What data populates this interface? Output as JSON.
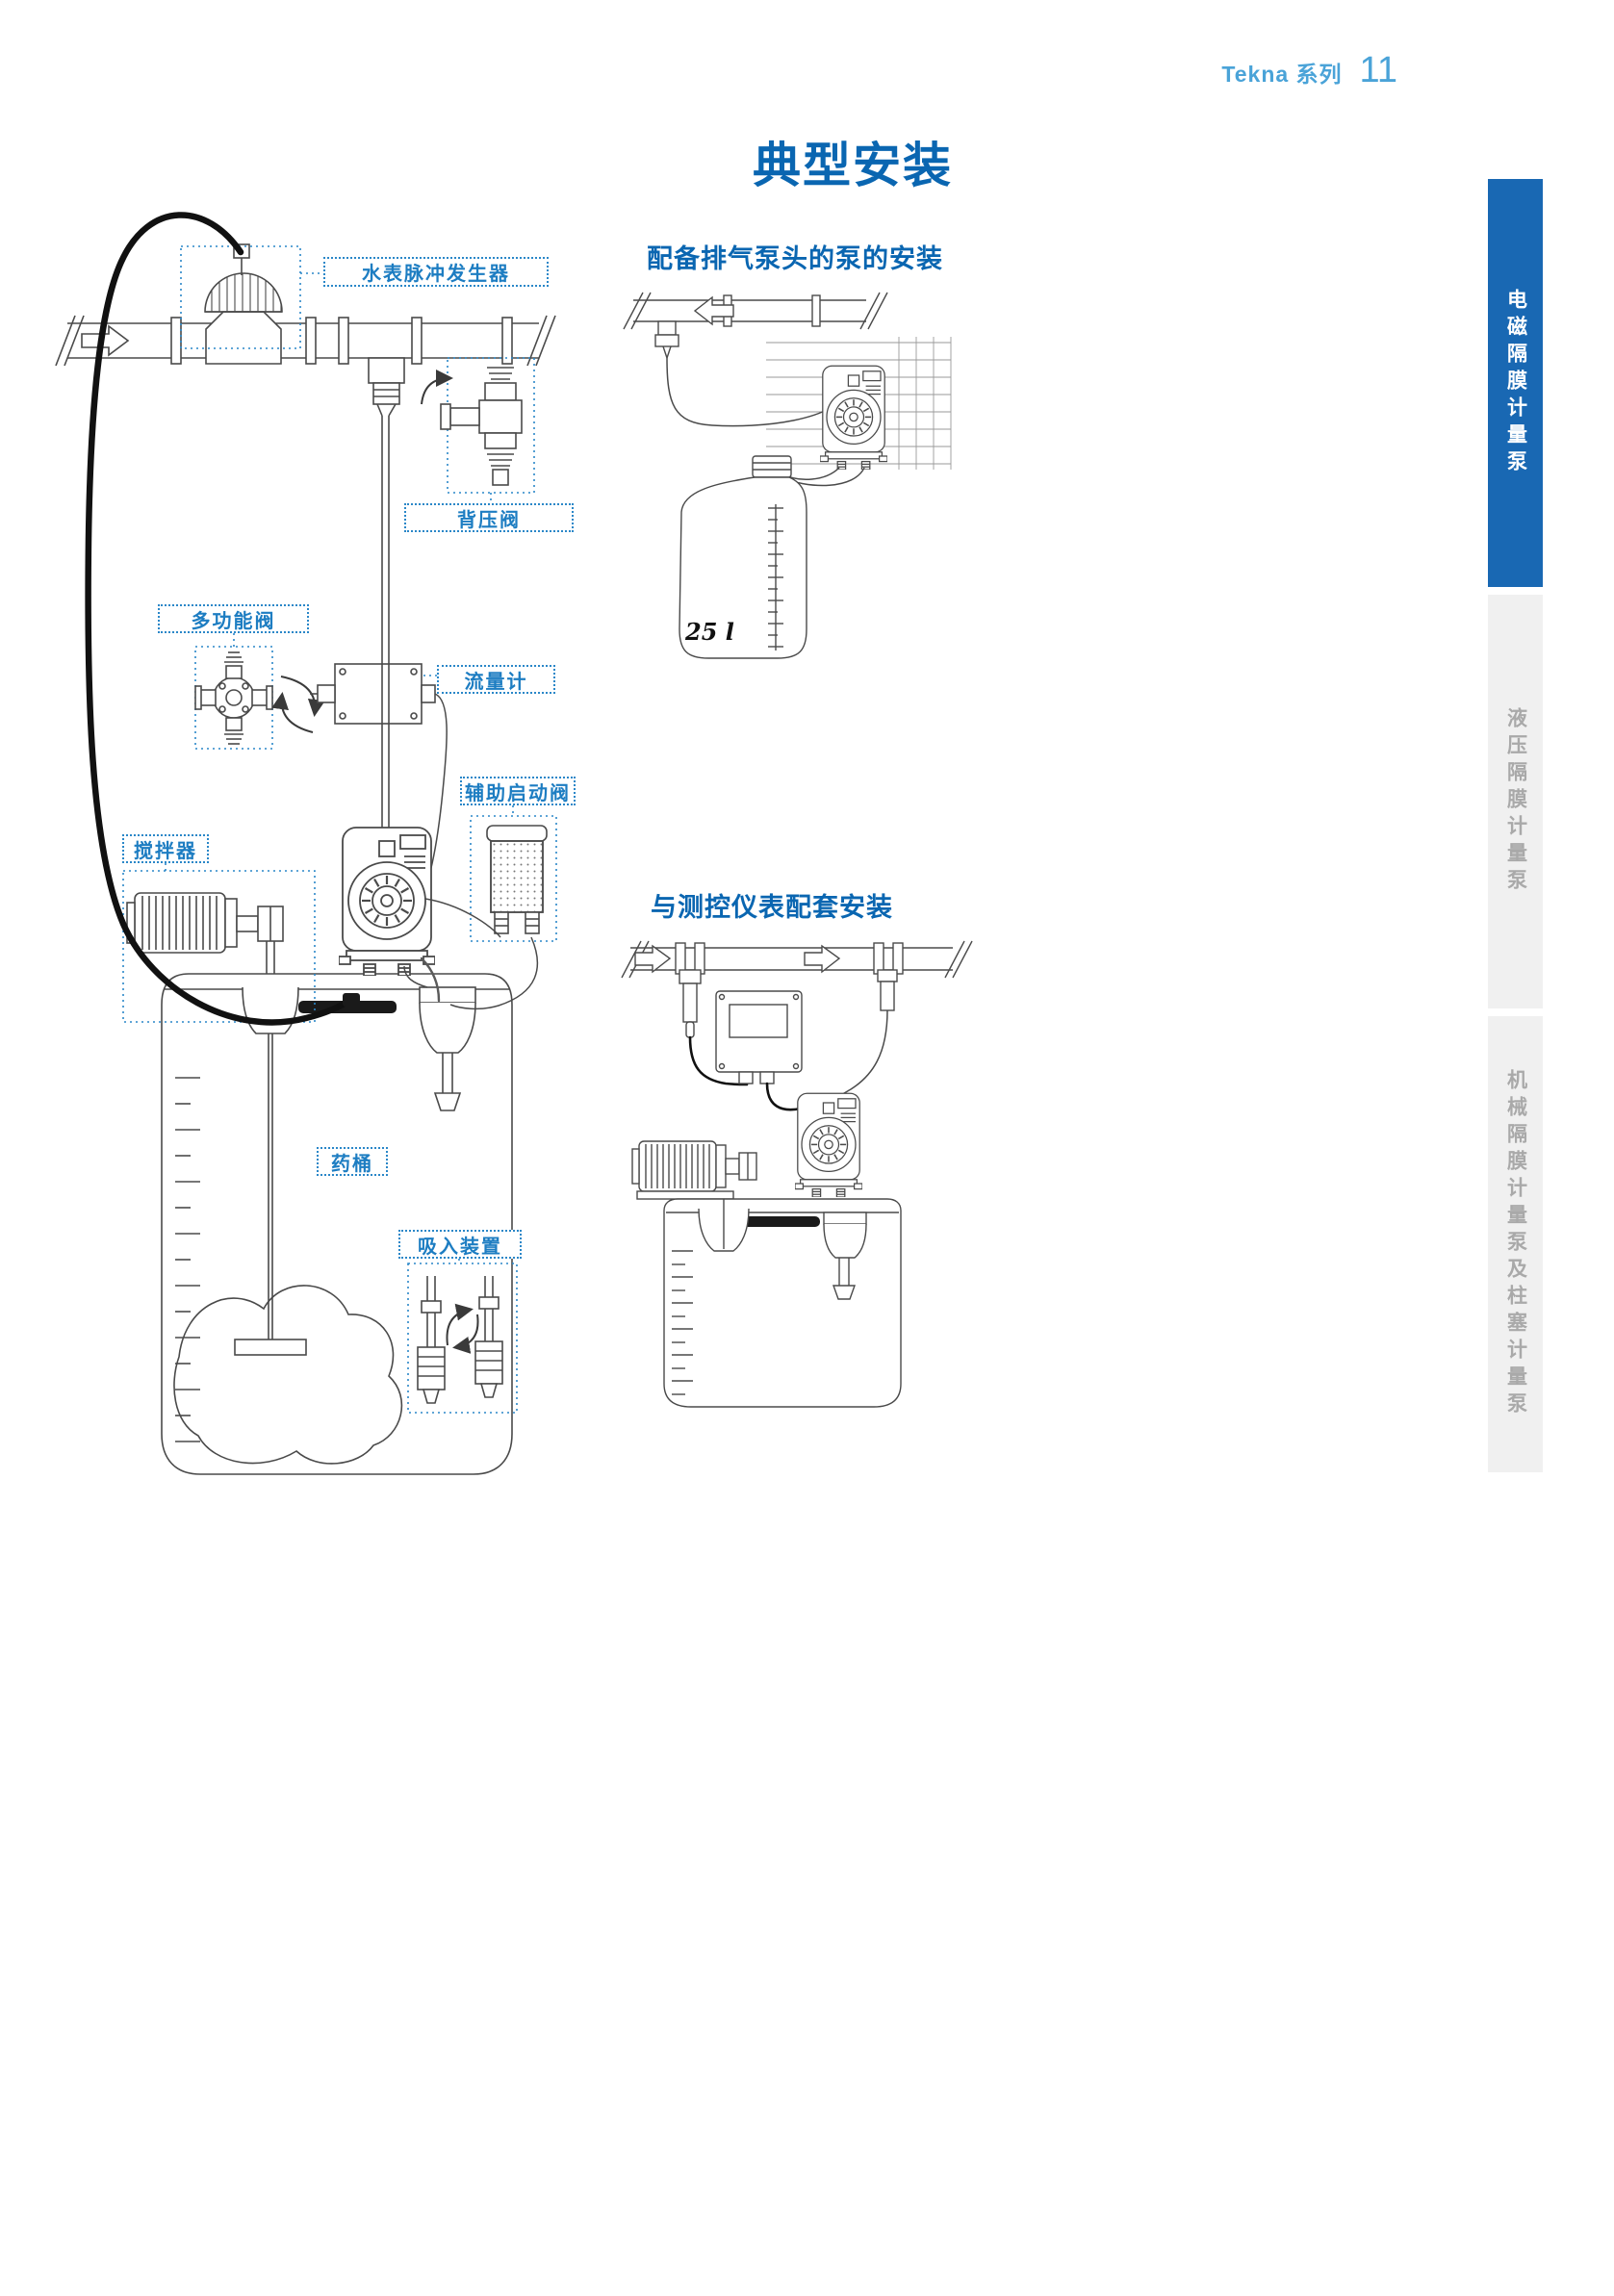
{
  "header": {
    "series_label": "Tekna 系列",
    "page_number": "11"
  },
  "title": "典型安装",
  "sidebar": {
    "tabs": [
      {
        "label": "电磁隔膜计量泵",
        "active": true
      },
      {
        "label": "液压隔膜计量泵",
        "active": false
      },
      {
        "label": "机械隔膜计量泵及柱塞计量泵",
        "active": false
      }
    ]
  },
  "main_diagram": {
    "callouts": {
      "water_meter_pulse_generator": "水表脉冲发生器",
      "back_pressure_valve": "背压阀",
      "multifunction_valve": "多功能阀",
      "flow_meter": "流量计",
      "auxiliary_start_valve": "辅助启动阀",
      "agitator": "搅拌器",
      "chemical_tank": "药桶",
      "suction_device": "吸入装置"
    }
  },
  "section_degassing": {
    "heading": "配备排气泵头的泵的安装",
    "tank_capacity": "25 l"
  },
  "section_instrument": {
    "heading": "与测控仪表配套安装"
  },
  "colors": {
    "accent_blue": "#1d7dc2",
    "heading_blue": "#0a66b1",
    "header_light_blue": "#4aa3d8",
    "sidebar_active_bg": "#1968b3",
    "sidebar_inactive_bg": "#f0f0f0",
    "sidebar_inactive_text": "#a9a9a9",
    "line_gray": "#4a4a4a"
  }
}
